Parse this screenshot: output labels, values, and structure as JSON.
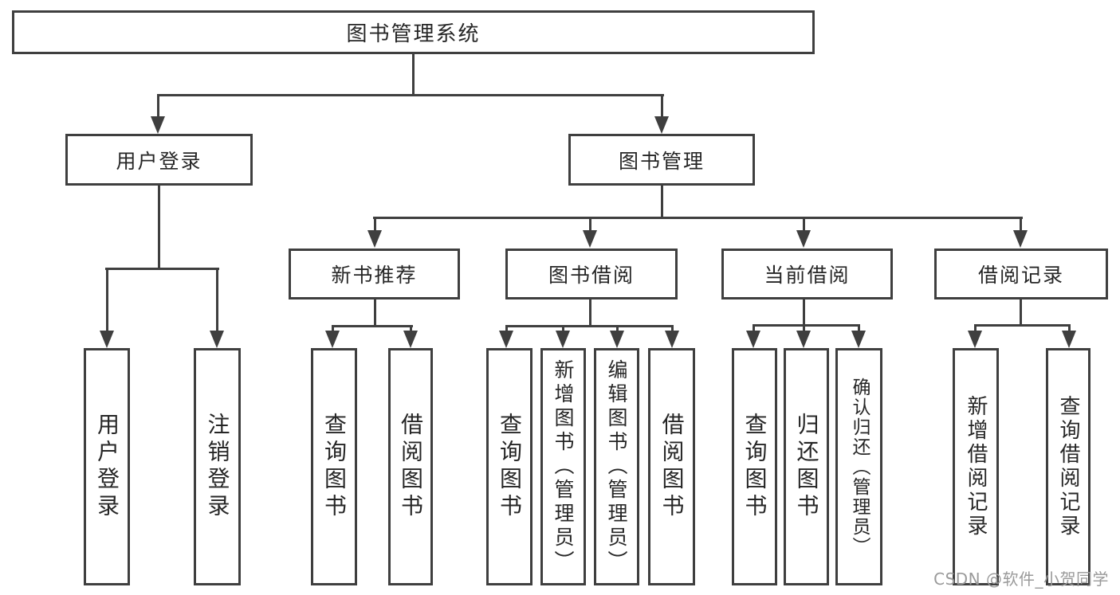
{
  "diagram": {
    "type": "hierarchy-tree",
    "title": "图书管理系统"
  },
  "tree": {
    "label": "图书管理系统",
    "children": [
      {
        "label": "用户登录",
        "children": [
          {
            "label": "用户登录"
          },
          {
            "label": "注销登录"
          }
        ]
      },
      {
        "label": "图书管理",
        "children": [
          {
            "label": "新书推荐",
            "children": [
              {
                "label": "查询图书"
              },
              {
                "label": "借阅图书"
              }
            ]
          },
          {
            "label": "图书借阅",
            "children": [
              {
                "label": "查询图书"
              },
              {
                "label": "新增图书（管理员）"
              },
              {
                "label": "编辑图书（管理员）"
              },
              {
                "label": "借阅图书"
              }
            ]
          },
          {
            "label": "当前借阅",
            "children": [
              {
                "label": "查询图书"
              },
              {
                "label": "归还图书"
              },
              {
                "label": "确认归还（管理员）"
              }
            ]
          },
          {
            "label": "借阅记录",
            "children": [
              {
                "label": "新增借阅记录"
              },
              {
                "label": "查询借阅记录"
              }
            ]
          }
        ]
      }
    ]
  },
  "watermark": {
    "text": "CSDN @软件_小贺同学"
  },
  "colors": {
    "line": "#3f3f3f",
    "text": "#262626",
    "background": "#ffffff",
    "watermark": "#9a9a9a"
  }
}
